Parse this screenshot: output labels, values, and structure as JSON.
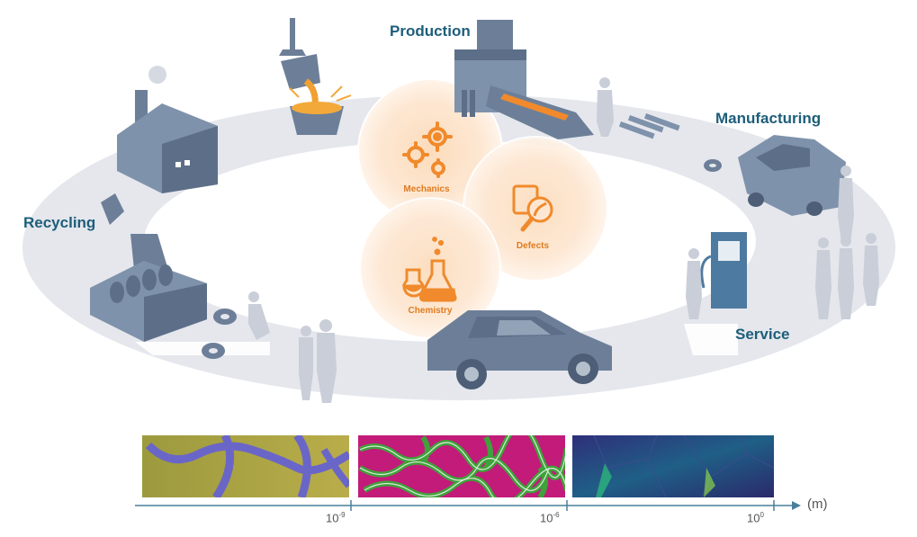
{
  "colors": {
    "stage_label": "#1d5e7a",
    "bubble_label": "#e07b1f",
    "bubble_fill": "#fbe2c8",
    "ring": "#e4e6ec",
    "machine": "#6d7f98",
    "silhouette": "#c9ced8",
    "axis": "#4a7f9c",
    "accent_orange": "#f08a2c"
  },
  "stages": {
    "production": "Production",
    "manufacturing": "Manufacturing",
    "service": "Service",
    "recycling": "Recycling"
  },
  "bubbles": {
    "mechanics": "Mechanics",
    "defects": "Defects",
    "chemistry": "Chemistry"
  },
  "scale_bar": {
    "ticks": [
      {
        "base": "10",
        "exp": "-9"
      },
      {
        "base": "10",
        "exp": "-6"
      },
      {
        "base": "10",
        "exp": "0"
      }
    ],
    "unit": "(m)"
  },
  "icons": [
    "gears-icon",
    "magnifier-icon",
    "flask-icon"
  ]
}
